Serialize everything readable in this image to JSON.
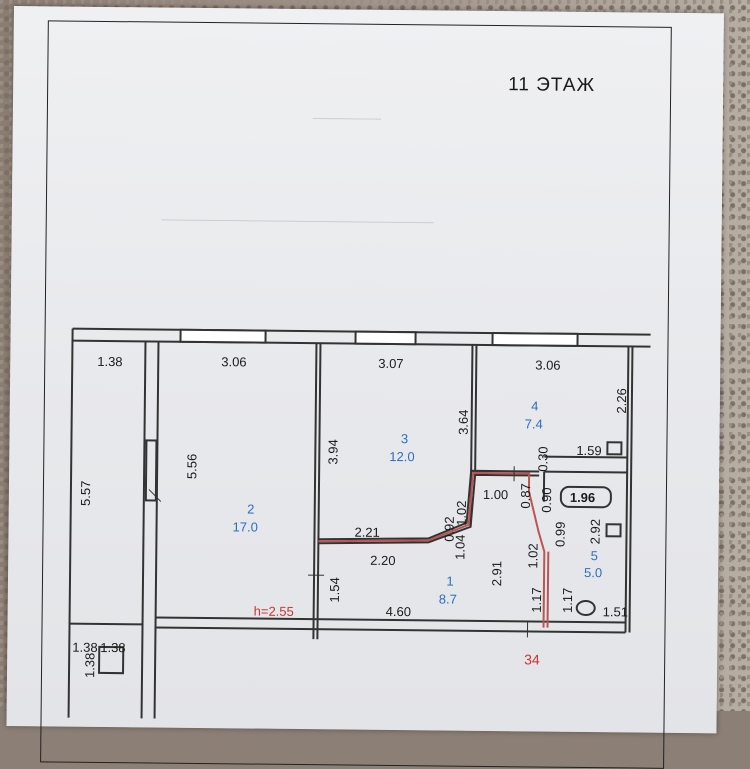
{
  "page": {
    "floor_title": "11 ЭТАЖ",
    "height_label": "h=2.55",
    "apartment_number": "34"
  },
  "rooms": [
    {
      "num": "1",
      "area": "8.7"
    },
    {
      "num": "2",
      "area": "17.0"
    },
    {
      "num": "3",
      "area": "12.0"
    },
    {
      "num": "4",
      "area": "7.4"
    },
    {
      "num": "5",
      "area": "5.0"
    }
  ],
  "dims": {
    "top_balcony": "1.38",
    "top_room2": "3.06",
    "top_room3": "3.07",
    "top_room4": "3.06",
    "balcony_h": "5.57",
    "room2_h": "5.56",
    "room3_h": "3.94",
    "room3_right": "3.64",
    "room4_right": "2.26",
    "wc_w": "1.59",
    "wc_gap": "0.30",
    "bath_w": "1.96",
    "bath_h": "2.92",
    "hall_a": "2.21",
    "hall_b": "0.92",
    "hall_c": "1.04",
    "hall_d": "2.20",
    "hall_e": "1.02",
    "hall_f": "1.00",
    "hall_g": "0.87",
    "hall_h": "0.90",
    "hall_i": "2.91",
    "hall_j": "0.99",
    "hall_k": "1.02",
    "hall_l": "1.54",
    "hall_m": "4.60",
    "hall_n": "1.17",
    "hall_o": "1.17",
    "wc_bottom": "1.51",
    "stair_w1": "1.38",
    "stair_w2": "1.38",
    "stair_h": "1.38"
  }
}
